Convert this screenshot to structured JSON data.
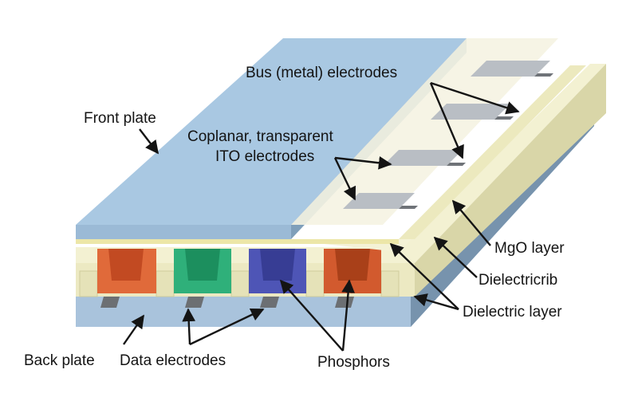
{
  "labels": {
    "bus_electrodes": "Bus (metal) electrodes",
    "front_plate": "Front plate",
    "ito_line1": "Coplanar, transparent",
    "ito_line2": "ITO electrodes",
    "mgo_layer": "MgO layer",
    "dielectric_rib": "Dielectricrib",
    "dielectric_layer": "Dielectric layer",
    "back_plate": "Back plate",
    "data_electrodes": "Data electrodes",
    "phosphors": "Phosphors"
  },
  "colors": {
    "front_plate": "#a9c8e2",
    "front_plate_edge": "#7f9fba",
    "cream_layer": "#f3f1d2",
    "cream_edge": "#d9d6a8",
    "back_plate": "#a5bfd8",
    "back_plate_edge": "#7793ad",
    "electrode_gray": "#b9bec4",
    "phosphor_red": "#e06a3a",
    "phosphor_green": "#2fb07a",
    "phosphor_blue": "#4e55b6",
    "phosphor_red2": "#d25a2e"
  }
}
